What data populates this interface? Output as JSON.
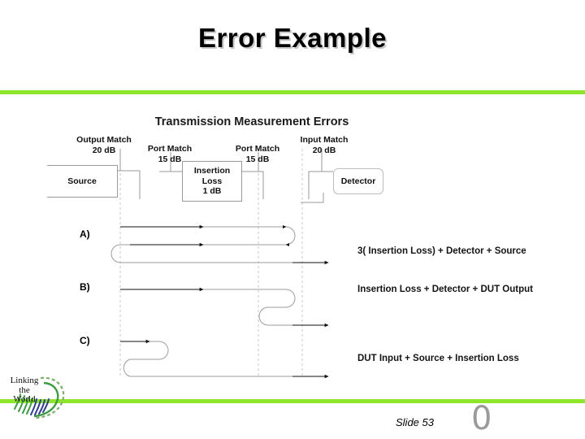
{
  "slide": {
    "title": "Error Example",
    "accent_color": "#8ee62a",
    "slide_label": "Slide 53",
    "page_number": "0"
  },
  "logo": {
    "line1": "Linking",
    "line2": "the",
    "line3": "World",
    "swoosh_green": "#3f9b45",
    "swoosh_blue": "#2f3f8f"
  },
  "diagram": {
    "title": "Transmission Measurement Errors",
    "blocks": [
      {
        "name": "source",
        "label": "Source"
      },
      {
        "name": "insertion",
        "label": "Insertion\nLoss\n1 dB",
        "line1": "Insertion",
        "line2": "Loss",
        "line3": "1 dB"
      },
      {
        "name": "detector",
        "label": "Detector"
      }
    ],
    "match_labels": [
      {
        "name": "output-match",
        "line1": "Output Match",
        "line2": "20 dB"
      },
      {
        "name": "port-match-1",
        "line1": "Port Match",
        "line2": "15 dB"
      },
      {
        "name": "port-match-2",
        "line1": "Port Match",
        "line2": "15 dB"
      },
      {
        "name": "input-match",
        "line1": "Input Match",
        "line2": "20 dB"
      }
    ],
    "cases": [
      {
        "letter": "A)",
        "note": "3( Insertion Loss) + Detector + Source"
      },
      {
        "letter": "B)",
        "note": "Insertion Loss + Detector + DUT Output"
      },
      {
        "letter": "C)",
        "note": "DUT Input + Source + Insertion Loss"
      }
    ]
  }
}
